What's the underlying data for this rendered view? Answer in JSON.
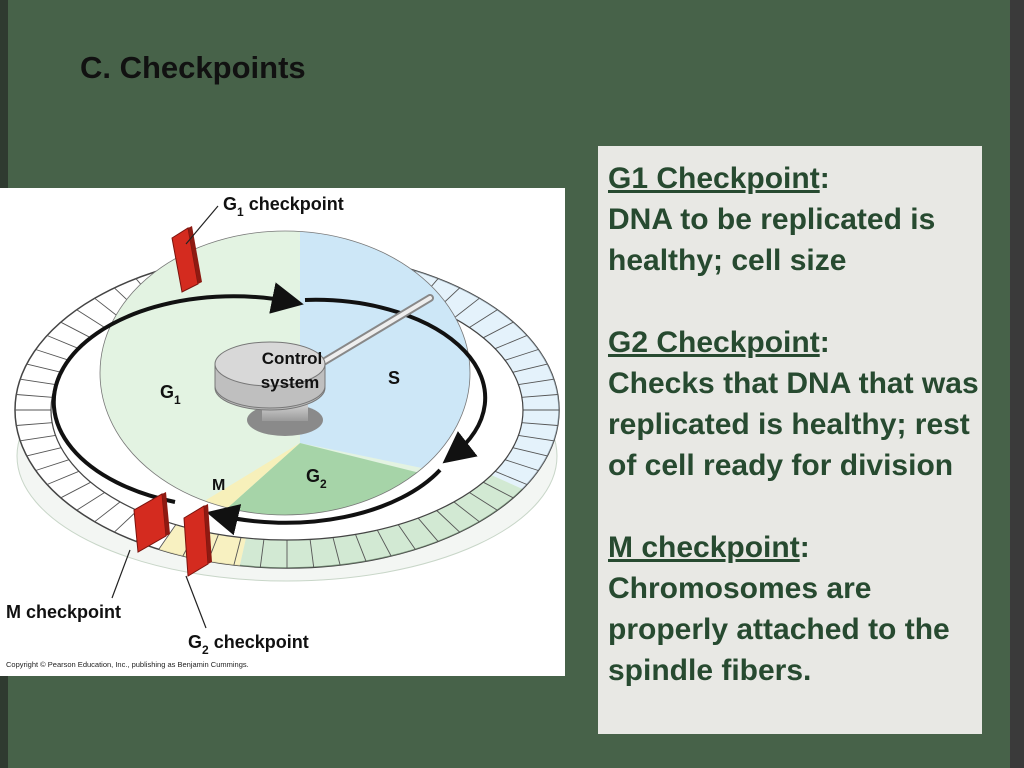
{
  "slide": {
    "title": "C.  Checkpoints"
  },
  "figure": {
    "labels": {
      "g1_checkpoint": "G",
      "g1_checkpoint_sub": "1",
      "g1_checkpoint_word": " checkpoint",
      "control_line1": "Control",
      "control_line2": "system",
      "phase_s": "S",
      "phase_g1": "G",
      "phase_g1_sub": "1",
      "phase_g2": "G",
      "phase_g2_sub": "2",
      "phase_m": "M",
      "m_checkpoint": "M checkpoint",
      "g2_checkpoint": "G",
      "g2_checkpoint_sub": "2",
      "g2_checkpoint_word": " checkpoint"
    },
    "copyright": "Copyright © Pearson Education, Inc., publishing as Benjamin Cummings.",
    "colors": {
      "g1": "#e3f3e2",
      "s": "#cde7f7",
      "g2": "#a6d4a8",
      "m": "#f7f0ba",
      "gate": "#d42b1f"
    }
  },
  "panel": {
    "g1": {
      "title": "G1 Checkpoint",
      "colon": ":",
      "text": "DNA to be replicated is healthy; cell size"
    },
    "g2": {
      "title": "G2 Checkpoint",
      "colon": ":",
      "text": "Checks that DNA that was replicated is healthy; rest of cell ready for division"
    },
    "m": {
      "title": "M checkpoint",
      "colon": ":",
      "text": "Chromosomes are properly attached to the spindle fibers."
    }
  }
}
